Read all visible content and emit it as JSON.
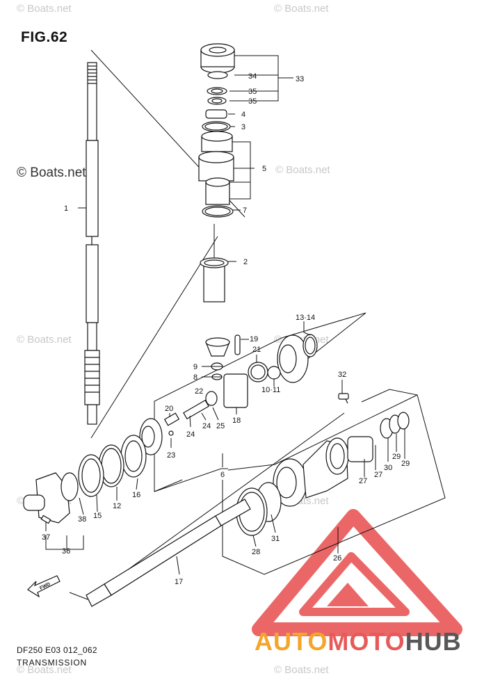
{
  "figure": {
    "title": "FIG.62",
    "code": "DF250 E03 012_062",
    "caption": "TRANSMISSION"
  },
  "watermark": {
    "text": "© Boats.net",
    "prominent_text": "© Boats.net"
  },
  "brand": {
    "part1": "AUTO",
    "part2": "MOTO",
    "part3": "HUB",
    "color_auto": "#f4a52a",
    "color_moto": "#e85a5a",
    "color_hub": "#585858",
    "triangle_color": "#e84c4c"
  },
  "direction_arrow": {
    "label": "FWD"
  },
  "callouts": {
    "c1": "1",
    "c2": "2",
    "c3": "3",
    "c4": "4",
    "c5": "5",
    "c6": "6",
    "c7": "7",
    "c8": "8",
    "c9": "9",
    "c10_11": "10·11",
    "c12": "12",
    "c13_14": "13·14",
    "c15": "15",
    "c16": "16",
    "c17": "17",
    "c18": "18",
    "c19": "19",
    "c20": "20",
    "c21": "21",
    "c22": "22",
    "c23": "23",
    "c24a": "24",
    "c24b": "24",
    "c25": "25",
    "c26": "26",
    "c27a": "27",
    "c27b": "27",
    "c28": "28",
    "c29a": "29",
    "c29b": "29",
    "c30": "30",
    "c31": "31",
    "c32": "32",
    "c33": "33",
    "c34": "34",
    "c35a": "35",
    "c35b": "35",
    "c36": "36",
    "c37": "37",
    "c38": "38"
  }
}
